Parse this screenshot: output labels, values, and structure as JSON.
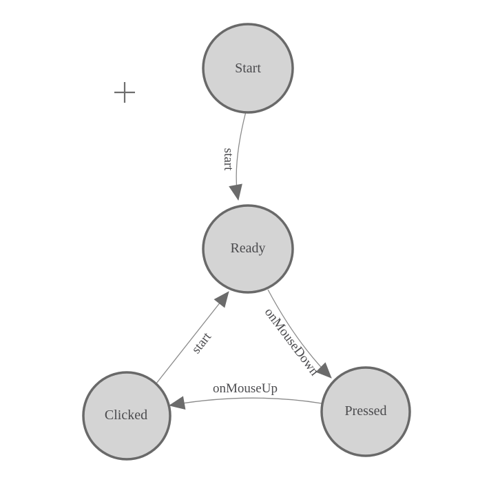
{
  "diagram": {
    "type": "state-machine-graph",
    "nodes": [
      {
        "id": "start",
        "label": "Start"
      },
      {
        "id": "ready",
        "label": "Ready"
      },
      {
        "id": "clicked",
        "label": "Clicked"
      },
      {
        "id": "pressed",
        "label": "Pressed"
      }
    ],
    "edges": [
      {
        "from": "Start",
        "to": "Ready",
        "label": "start"
      },
      {
        "from": "Ready",
        "to": "Pressed",
        "label": "onMouseDown"
      },
      {
        "from": "Pressed",
        "to": "Clicked",
        "label": "onMouseUp"
      },
      {
        "from": "Clicked",
        "to": "Ready",
        "label": "start"
      }
    ],
    "cursor": {
      "shape": "crosshair"
    },
    "colors": {
      "background": "#ffffff",
      "node_fill": "#d4d4d4",
      "node_stroke": "#696969",
      "edge_line": "#8a8a8a",
      "arrowhead": "#6b6b6b",
      "label_text": "#4b4b4e",
      "cursor": "#6e6e6e"
    }
  }
}
